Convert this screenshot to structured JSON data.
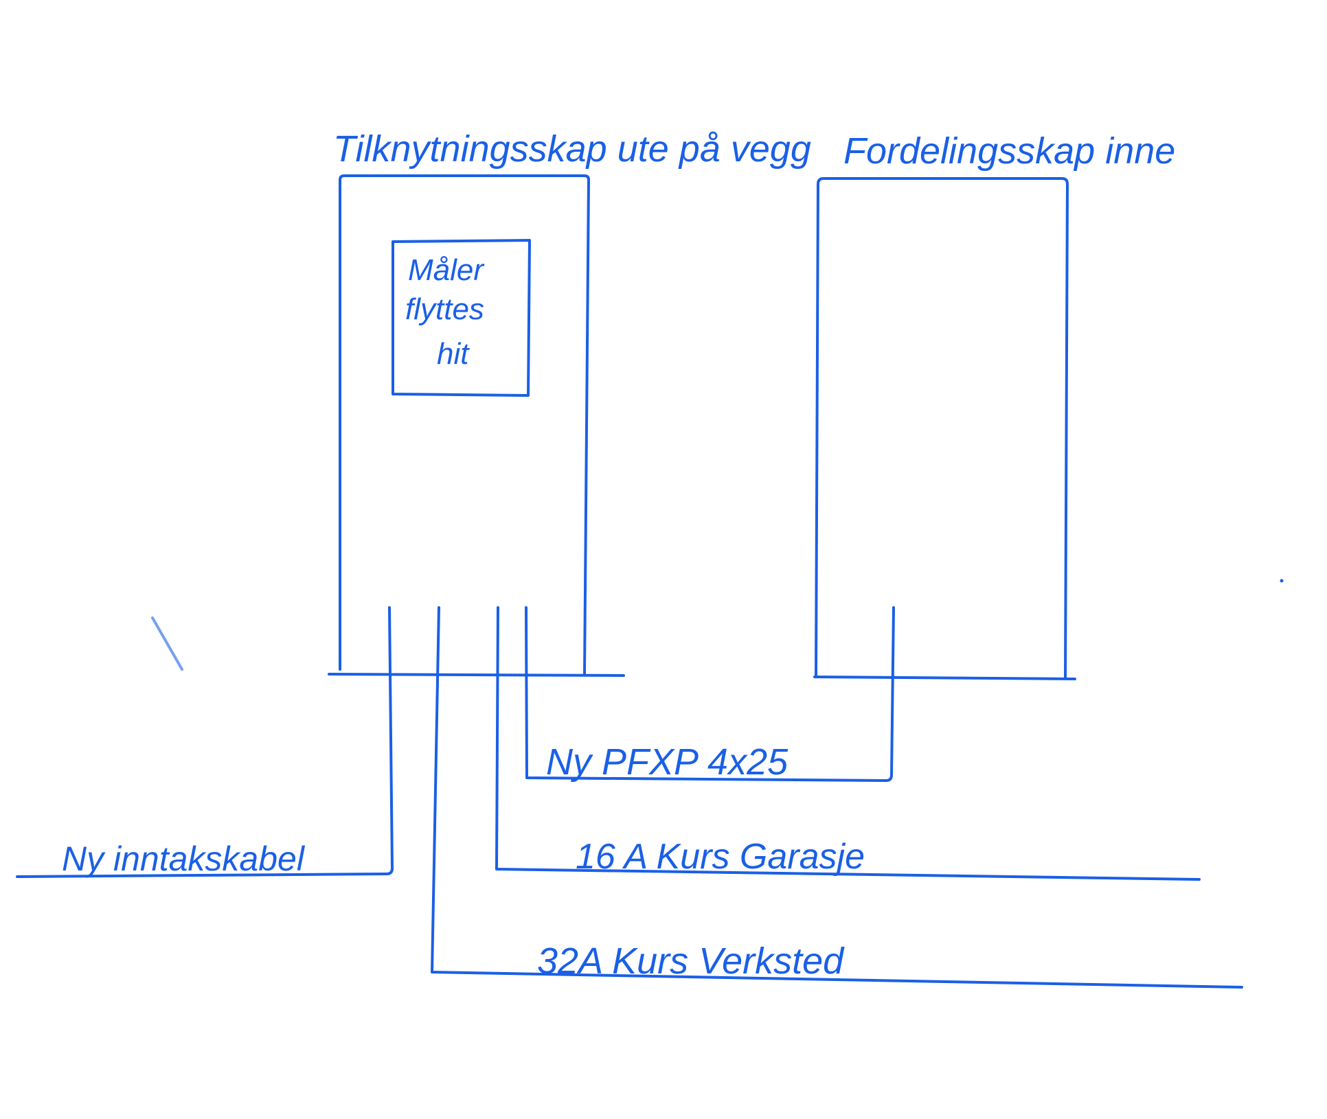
{
  "colors": {
    "ink": "#1a5fe6",
    "paper": "#ffffff"
  },
  "titles": {
    "connection_cabinet": "Tilknytningsskap ute på vegg",
    "distribution_cabinet": "Fordelingsskap inne"
  },
  "meter_box": {
    "line1": "Måler",
    "line2": "flyttes",
    "line3": "hit"
  },
  "cables": {
    "intake": "Ny inntakskabel",
    "feeder": "Ny PFXP 4x25",
    "garage": "16 A Kurs Garasje",
    "workshop": "32A Kurs Verksted"
  }
}
